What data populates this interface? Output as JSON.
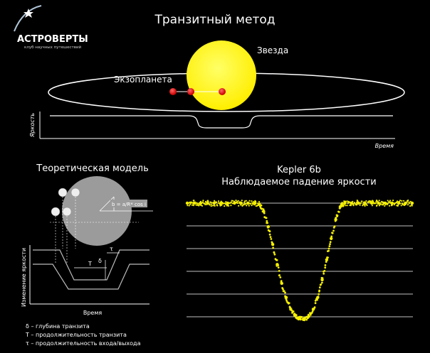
{
  "logo": {
    "name": "АСТРОВЕРТЫ",
    "tagline": "клуб научных путешествий"
  },
  "top": {
    "title": "Транзитный метод",
    "star_label": "Звезда",
    "planet_label": "Экзопланета",
    "ylabel": "Яркость",
    "xlabel": "Время"
  },
  "model": {
    "title": "Теоретическая модель",
    "formula": "b = a/R* cos i",
    "label_tau": "τ",
    "label_delta": "δ",
    "label_T": "T",
    "ylabel": "Изменение яркости",
    "xlabel": "Время",
    "legend": [
      "δ – глубина транзита",
      "T – продолжительность транзита",
      "τ – продолжительность входа/выхода"
    ]
  },
  "kepler": {
    "title": "Kepler 6b",
    "subtitle": "Наблюдаемое падение яркости"
  },
  "chart_data": {
    "type": "scatter",
    "title": "Kepler 6b",
    "subtitle": "Наблюдаемое падение яркости",
    "x": [
      0.0,
      0.03,
      0.06,
      0.09,
      0.12,
      0.15,
      0.18,
      0.21,
      0.24,
      0.27,
      0.3,
      0.32,
      0.34,
      0.36,
      0.38,
      0.4,
      0.42,
      0.44,
      0.46,
      0.48,
      0.5,
      0.52,
      0.54,
      0.56,
      0.58,
      0.6,
      0.62,
      0.64,
      0.66,
      0.68,
      0.7,
      0.73,
      0.76,
      0.79,
      0.82,
      0.85,
      0.88,
      0.91,
      0.94,
      0.97,
      1.0
    ],
    "y": [
      1.0,
      1.0,
      1.0,
      1.0,
      1.0,
      1.0,
      1.0,
      1.0,
      1.0,
      1.0,
      1.0,
      0.99,
      0.93,
      0.8,
      0.65,
      0.48,
      0.32,
      0.2,
      0.1,
      0.05,
      0.02,
      0.02,
      0.04,
      0.1,
      0.2,
      0.35,
      0.52,
      0.7,
      0.86,
      0.97,
      1.0,
      1.0,
      1.0,
      1.0,
      1.0,
      1.0,
      1.0,
      1.0,
      1.0,
      1.0,
      1.0
    ],
    "colors": {
      "points": "#f5f000",
      "star": "#ffff00",
      "planet": "#dd1111"
    }
  }
}
